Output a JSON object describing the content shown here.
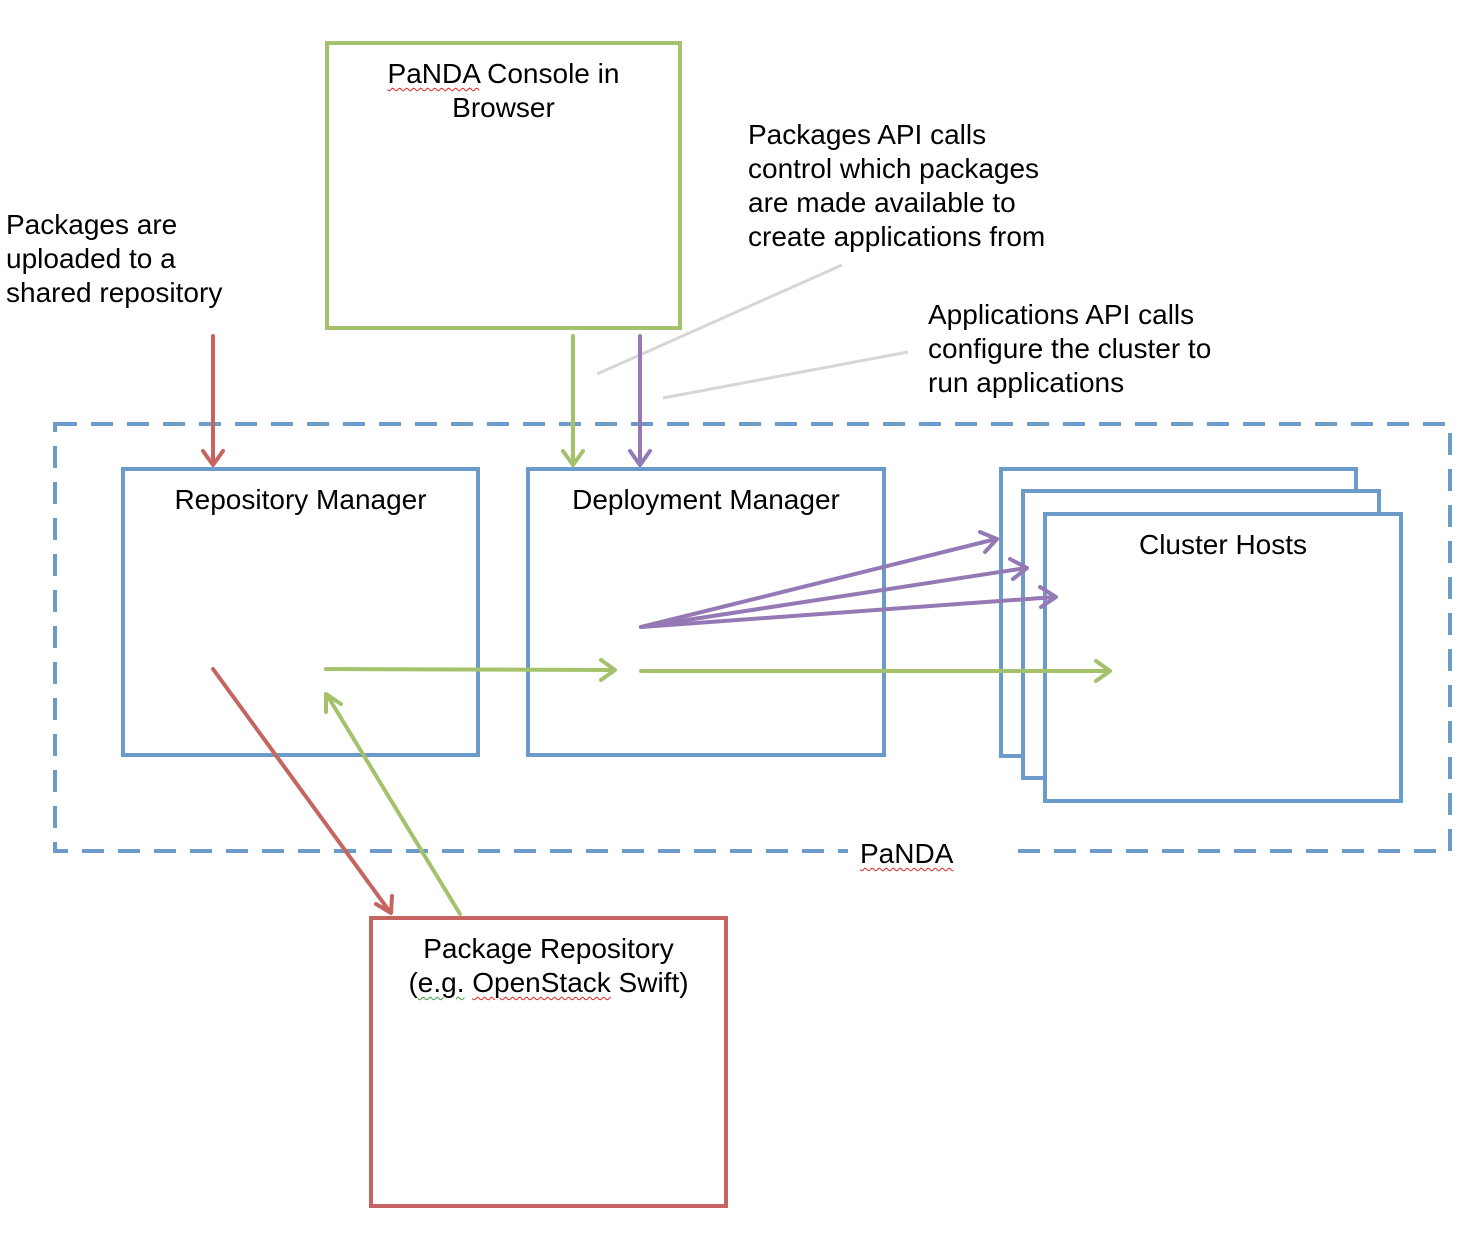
{
  "colors": {
    "blue_border": "#6b9bcb",
    "green": "#a3c26b",
    "red": "#c6655f",
    "purple": "#9479b5",
    "grey_leader": "#d6d6d6"
  },
  "console_box": {
    "line1_prefix": "PaNDA",
    "line1_suffix": " Console in",
    "line2": "Browser"
  },
  "upload_note": {
    "lines": [
      "Packages are",
      "uploaded to a",
      "shared repository"
    ]
  },
  "packages_api_note": {
    "lines": [
      "Packages API calls",
      "control which packages",
      "are made available to",
      "create applications from"
    ]
  },
  "applications_api_note": {
    "lines": [
      "Applications API calls",
      "configure the cluster to",
      "run applications"
    ]
  },
  "panda_boundary": {
    "label": "PaNDA"
  },
  "repository_manager": {
    "label": "Repository Manager"
  },
  "deployment_manager": {
    "label": "Deployment Manager"
  },
  "cluster_hosts": {
    "label": "Cluster Hosts"
  },
  "package_repository": {
    "line1": "Package Repository",
    "line2_open": "(",
    "line2_eg": "e.g.",
    "line2_space": " ",
    "line2_openstack": "OpenStack",
    "line2_rest": " Swift)"
  }
}
